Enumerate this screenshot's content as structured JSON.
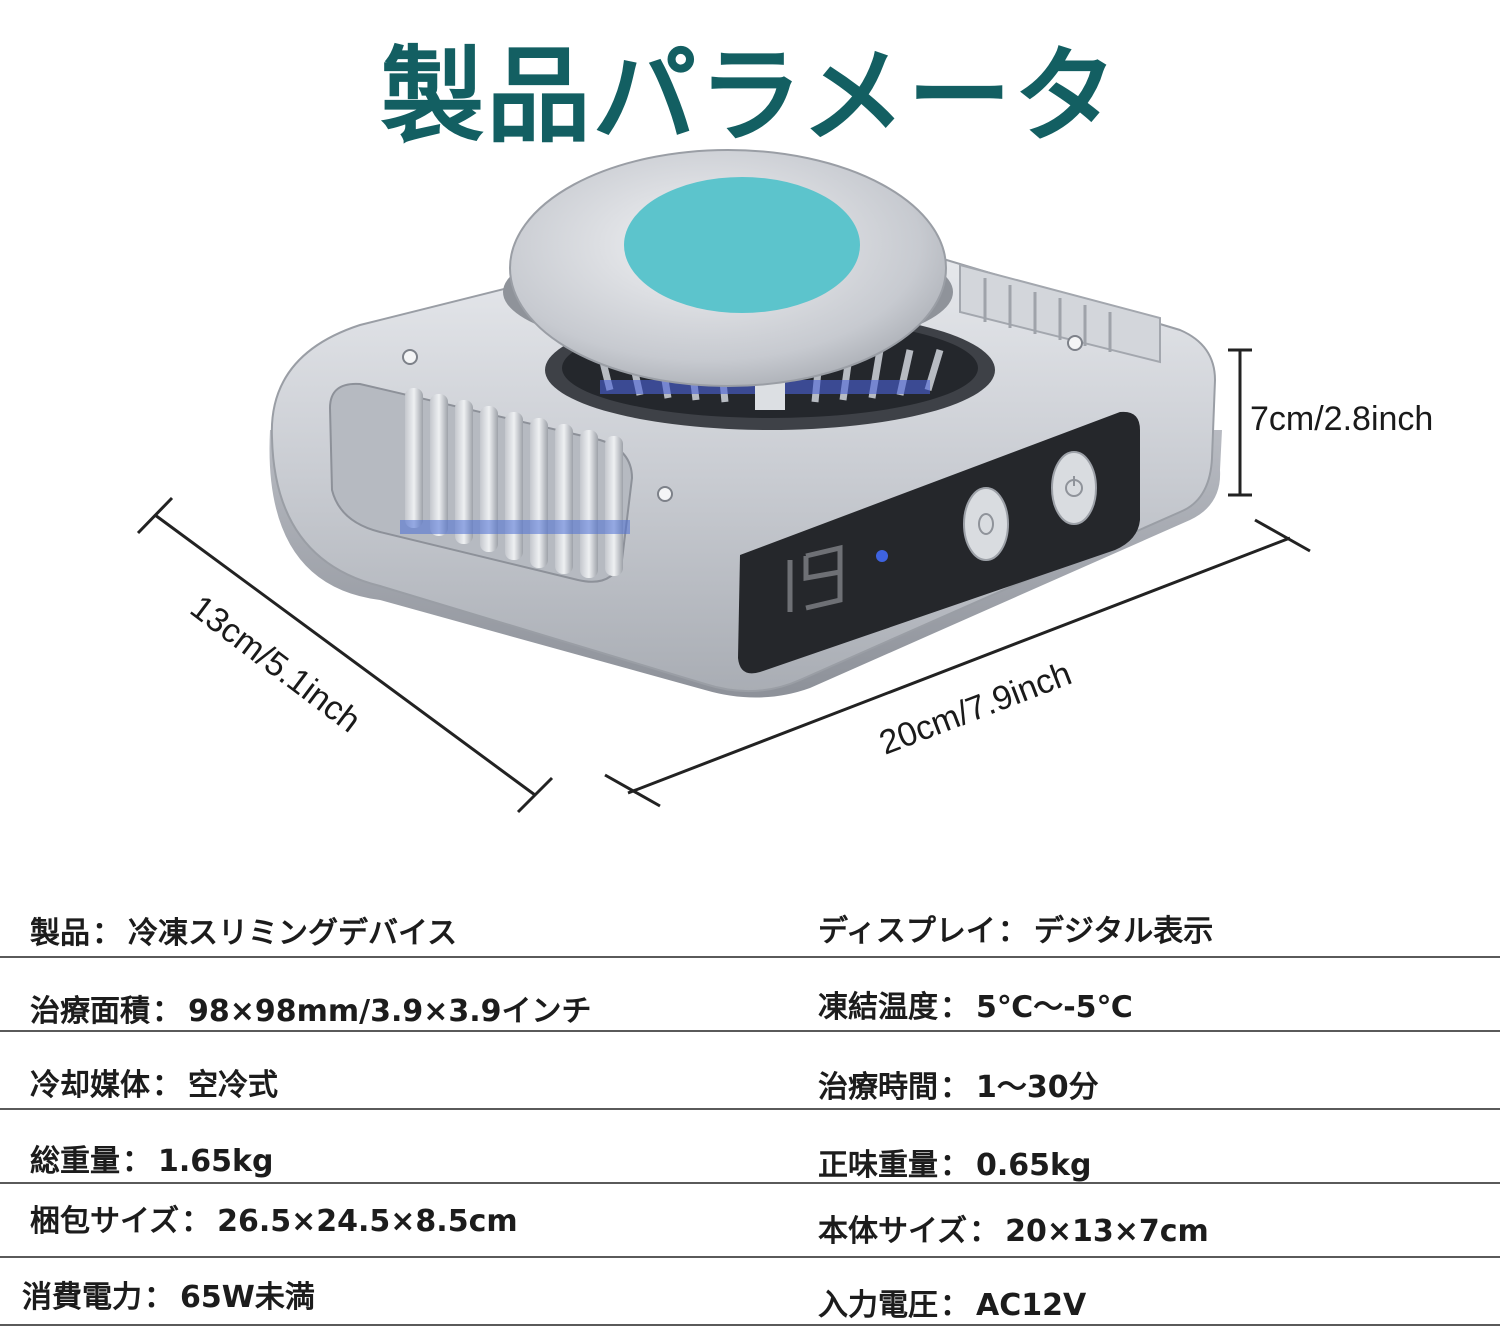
{
  "title": "製品パラメータ",
  "dimensions": {
    "height": "7cm/2.8inch",
    "width": "20cm/7.9inch",
    "depth": "13cm/5.1inch"
  },
  "device": {
    "display_reading": "19",
    "accent_color": "#5cc4cc",
    "title_color": "#135f62"
  },
  "specs": [
    {
      "left": {
        "label": "製品",
        "value": "冷凍スリミングデバイス"
      },
      "right": {
        "label": "ディスプレイ",
        "value": "デジタル表示"
      }
    },
    {
      "left": {
        "label": "治療面積",
        "value": "98×98mm/3.9×3.9インチ"
      },
      "right": {
        "label": "凍結温度",
        "value": "5℃～-5℃"
      }
    },
    {
      "left": {
        "label": "冷却媒体",
        "value": "空冷式"
      },
      "right": {
        "label": "治療時間",
        "value": "1～30分"
      }
    },
    {
      "left": {
        "label": "総重量",
        "value": "1.65kg"
      },
      "right": {
        "label": "正味重量",
        "value": "0.65kg"
      }
    },
    {
      "left": {
        "label": "梱包サイズ",
        "value": "26.5×24.5×8.5cm"
      },
      "right": {
        "label": "本体サイズ",
        "value": "20×13×7cm"
      }
    },
    {
      "left": {
        "label": "消費電力",
        "value": "65W未満"
      },
      "right": {
        "label": "入力電圧",
        "value": "AC12V"
      }
    }
  ]
}
